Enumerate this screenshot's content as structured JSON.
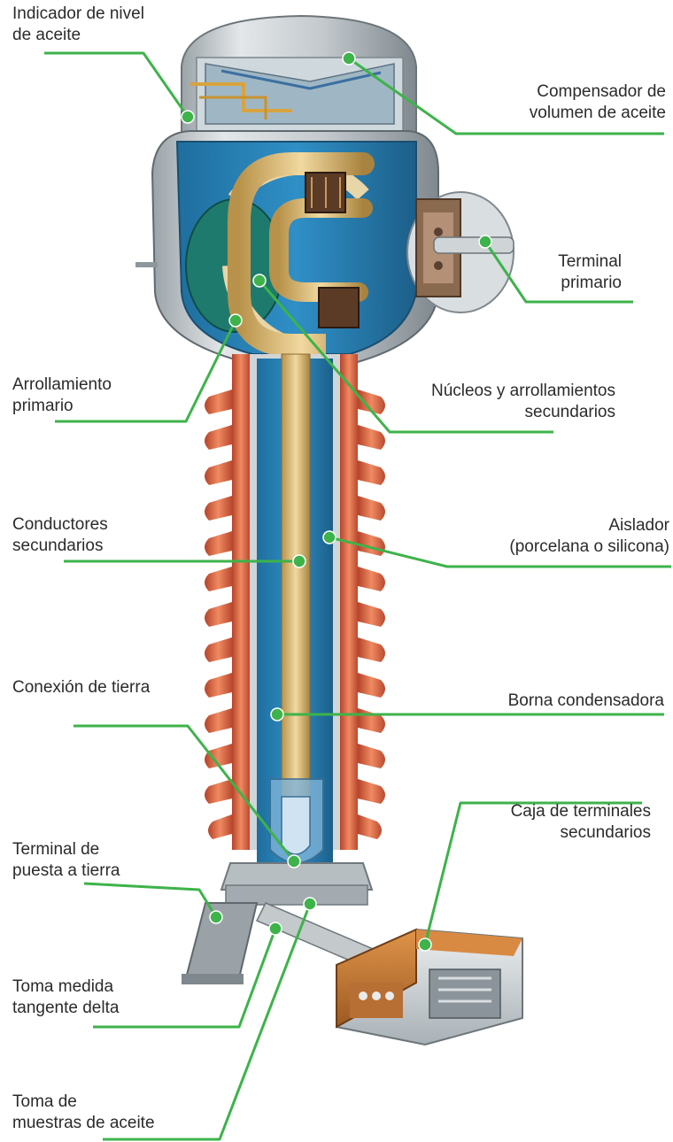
{
  "diagram": {
    "leader_color": "#3db34a",
    "labels": {
      "indicador_nivel": "Indicador de nivel\nde aceite",
      "compensador": "Compensador de\nvolumen de aceite",
      "terminal_primario": "Terminal\nprimario",
      "arrollamiento_primario": "Arrollamiento\nprimario",
      "nucleos": "Núcleos y arrollamientos\nsecundarios",
      "conductores": "Conductores\nsecundarios",
      "aislador": "Aislador\n(porcelana o silicona)",
      "conexion_tierra": "Conexión de tierra",
      "borna": "Borna condensadora",
      "caja_terminales": "Caja de terminales\nsecundarios",
      "terminal_puesta_tierra": "Terminal de\npuesta a tierra",
      "toma_tangente": "Toma medida\ntangente delta",
      "toma_muestras": "Toma de\nmuestras de aceite"
    }
  }
}
